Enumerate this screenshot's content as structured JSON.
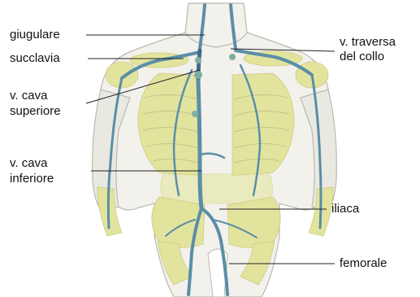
{
  "labels": {
    "giugulare": "giugulare",
    "succlavia": "succlavia",
    "cava_superiore_l1": "v. cava",
    "cava_superiore_l2": "superiore",
    "cava_inferiore_l1": "v. cava",
    "cava_inferiore_l2": "inferiore",
    "traversa_l1": "v. traversa",
    "traversa_l2": "del collo",
    "iliaca": "iliaca",
    "femorale": "femorale"
  },
  "colors": {
    "skin": "#f2f1ec",
    "skin_shade": "#dcdcd2",
    "skin_outline": "#b9b9ae",
    "lymph": "#e2e49a",
    "vein": "#5b8ea6",
    "vein_dark": "#3f6f88",
    "leader_line": "#222222"
  }
}
